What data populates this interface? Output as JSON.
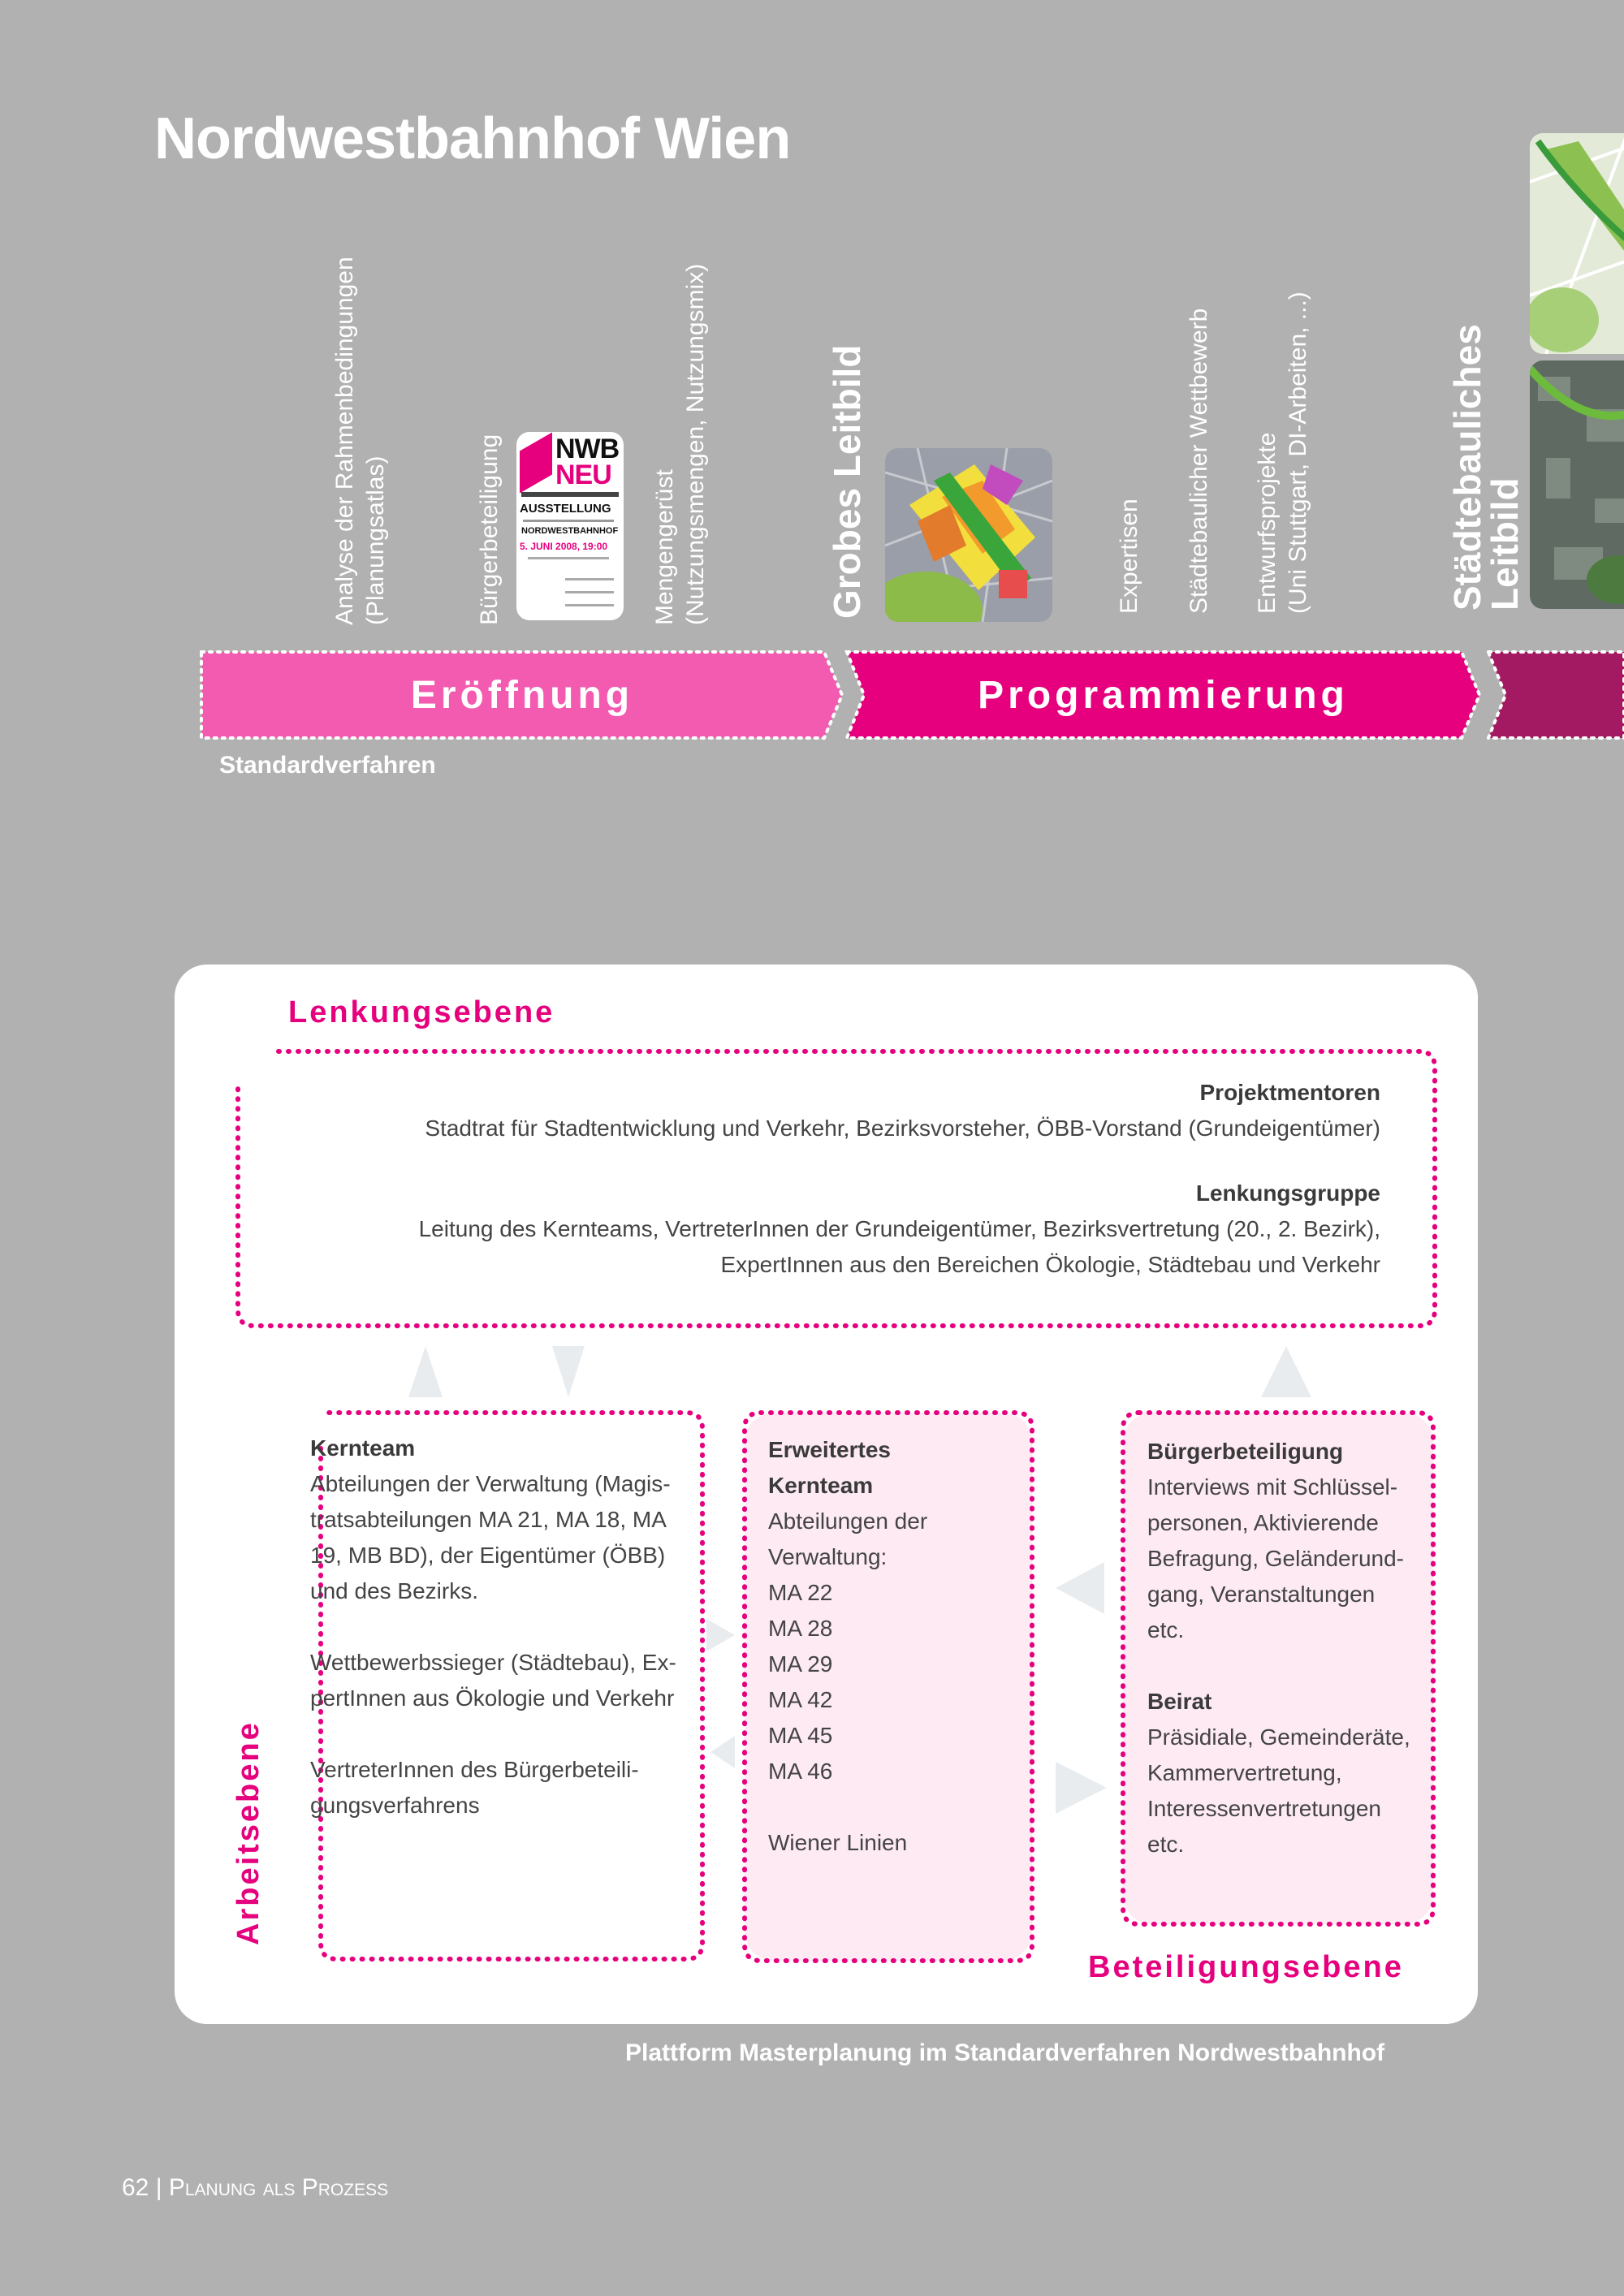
{
  "title": "Nordwestbahnhof Wien",
  "timeline": {
    "labels": {
      "analyse": [
        "Analyse der Rahmenbedingungen",
        "(Planungsatlas)"
      ],
      "buerger": [
        "Bürgerbeteiligung"
      ],
      "mengen": [
        "Mengengerüst",
        "(Nutzungsmengen, Nutzungsmix)"
      ],
      "grobes": [
        "Grobes Leitbild"
      ],
      "expertisen": [
        "Expertisen"
      ],
      "wettbewerb": [
        "Städtebaulicher Wettbewerb"
      ],
      "entwurf": [
        "Entwurfsprojekte",
        "(Uni Stuttgart, DI-Arbeiten, ...)"
      ],
      "staedtebaulich": [
        "Städtebauliches",
        "Leitbild"
      ]
    },
    "poster": {
      "line1": "NWB",
      "line2": "NEU",
      "line3": "AUSSTELLUNG",
      "line4": "NORDWESTBAHNHOF",
      "line5": "5. JUNI 2008, 19:00"
    },
    "phases": {
      "eroeffnung": "Eröffnung",
      "programmierung": "Programmierung"
    },
    "std_label": "Standardverfahren"
  },
  "diagram": {
    "lenkungsebene": "Lenkungsebene",
    "arbeitsebene": "Arbeitsebene",
    "beteiligungsebene": "Beteiligungsebene",
    "projektmentoren": {
      "heading": "Projektmentoren",
      "text": "Stadtrat für Stadtentwicklung und Verkehr, Bezirksvorsteher, ÖBB-Vorstand (Grundeigentümer)"
    },
    "lenkungsgruppe": {
      "heading": "Lenkungsgruppe",
      "lines": [
        "Leitung des Kernteams, VertreterInnen der Grundeigentümer, Bezirksvertretung (20., 2. Bezirk),",
        "ExpertInnen aus den Bereichen Ökologie, Städtebau und Verkehr"
      ]
    },
    "kernteam": {
      "heading": "Kernteam",
      "lines": [
        "Abteilungen der Verwaltung (Magis-",
        "tratsabteilungen MA 21, MA 18, MA",
        "19, MB BD), der Eigentümer (ÖBB)",
        "und des Bezirks.",
        "",
        "Wettbewerbssieger (Städtebau), Ex-",
        "pertInnen aus Ökologie und Verkehr",
        "",
        "VertreterInnen des Bürgerbeteili-",
        "gungsverfahrens"
      ]
    },
    "erweitertes": {
      "heading": [
        "Erweitertes",
        "Kernteam"
      ],
      "lines": [
        "Abteilungen der",
        "Verwaltung:",
        "MA 22",
        "MA 28",
        "MA 29",
        "MA 42",
        "MA 45",
        "MA 46",
        "",
        "Wiener Linien"
      ]
    },
    "buergerbeteiligung": {
      "heading": "Bürgerbeteiligung",
      "lines": [
        "Interviews mit Schlüssel-",
        "personen, Aktivierende",
        "Befragung, Geländerund-",
        "gang, Veranstaltungen",
        "etc."
      ]
    },
    "beirat": {
      "heading": "Beirat",
      "lines": [
        "Präsidiale, Gemeinderäte,",
        "Kammervertretung,",
        "Interessenvertretungen",
        "etc."
      ]
    }
  },
  "caption": "Plattform Masterplanung im Standardverfahren Nordwestbahnhof",
  "footer": {
    "page": "62",
    "separator": "|",
    "section": "Planung als Prozess"
  },
  "colors": {
    "background": "#b1b1b1",
    "magenta": "#e6007e",
    "phase1": "#f35bb0",
    "phase2": "#e6007e",
    "phase3": "#a31a62",
    "box_fill": "#fdeaf3",
    "arrow": "#e9ecef"
  }
}
